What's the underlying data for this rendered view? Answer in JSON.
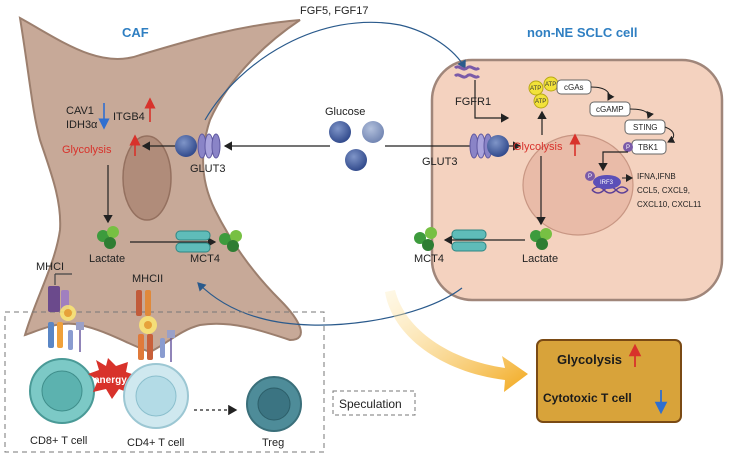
{
  "titles": {
    "caf": "CAF",
    "sclc": "non-NE SCLC cell"
  },
  "signals": {
    "fgf": "FGF5, FGF17",
    "fgfr1": "FGFR1"
  },
  "caf": {
    "cav1": "CAV1",
    "idh3a": "IDH3α",
    "itgb4": "ITGB4",
    "glycolysis": "Glycolysis",
    "glut3": "GLUT3",
    "lactate": "Lactate",
    "mct4": "MCT4",
    "mhci": "MHCI",
    "mhcii": "MHCII"
  },
  "center": {
    "glucose": "Glucose"
  },
  "sclc": {
    "glut3": "GLUT3",
    "glycolysis": "Glycolysis",
    "lactate": "Lactate",
    "mct4": "MCT4",
    "atp": "ATP",
    "cgas": "cGAs",
    "cgamp": "cGAMP",
    "sting": "STING",
    "tbk1": "TBK1",
    "irf3": "IRF3",
    "p": "P",
    "genes1": "IFNA,IFNB",
    "genes2": "CCL5, CXCL9,",
    "genes3": "CXCL10, CXCL11"
  },
  "immune": {
    "cd8": "CD8+ T cell",
    "cd4": "CD4+ T cell",
    "treg": "Treg",
    "anergy": "anergy",
    "speculation": "Speculation"
  },
  "result": {
    "glycolysis": "Glycolysis",
    "cytotoxic": "Cytotoxic T cell"
  },
  "colors": {
    "accent_blue": "#2f7fc2",
    "up_red": "#d8322b",
    "down_blue": "#2f6fd0",
    "caf_body": "#c7a998",
    "sclc_body": "#f4d2bf",
    "result_box": "#d8a33a"
  }
}
